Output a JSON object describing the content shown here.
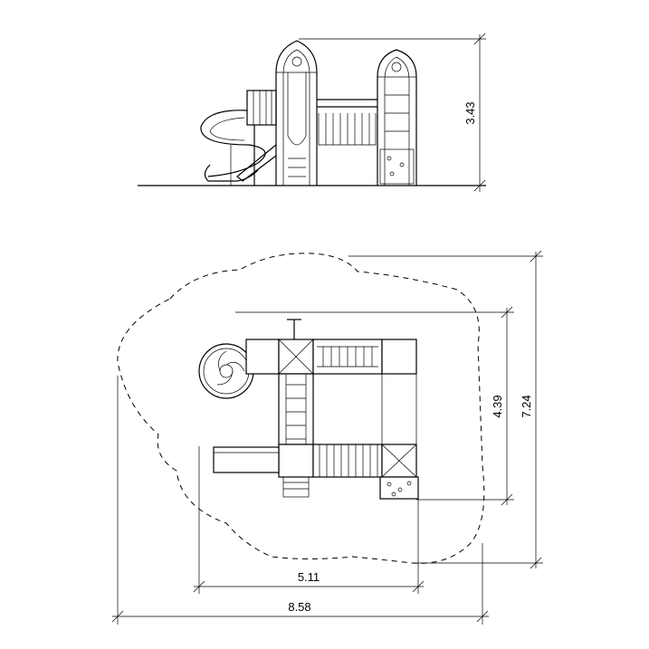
{
  "drawing": {
    "views": [
      "elevation",
      "plan"
    ],
    "dimensions": {
      "elevation_height": "3.43",
      "structure_width": "5.11",
      "structure_depth": "4.39",
      "overall_width": "8.58",
      "overall_depth": "7.24"
    }
  }
}
